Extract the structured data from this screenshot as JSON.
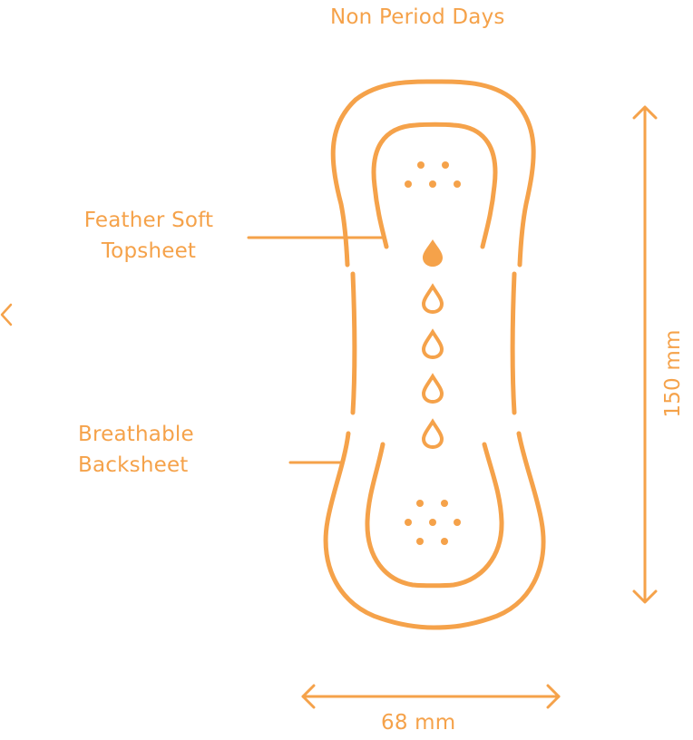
{
  "title": "Non Period Days",
  "labels": {
    "topsheet_line1": "Feather Soft",
    "topsheet_line2": "Topsheet",
    "backsheet_line1": "Breathable",
    "backsheet_line2": "Backsheet"
  },
  "dimensions": {
    "width": "68 mm",
    "height": "150 mm"
  },
  "icons": {
    "back": "chevron-left-icon",
    "drop": "droplet-icon"
  },
  "colors": {
    "accent": "#f5a24a",
    "background": "#ffffff"
  }
}
